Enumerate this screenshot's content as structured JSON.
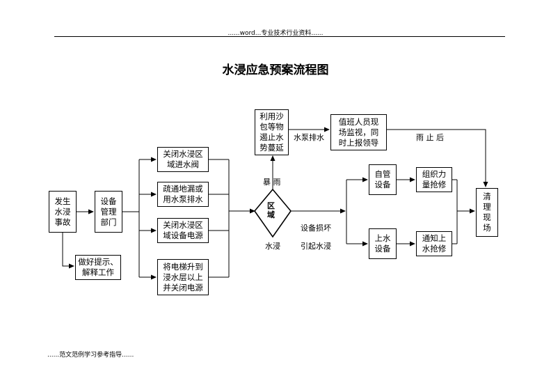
{
  "header": {
    "text": "......word...专业技术行业资料......"
  },
  "title": "水浸应急预案流程图",
  "footer": {
    "text": "......范文范例学习参考指导......"
  },
  "nodes": {
    "incident": "发生\n水浸\n事故",
    "dept": "设备\n管理\n部门",
    "notice": "做好提示、\n解释工作",
    "close_valve": "关闭水浸区\n域进水阀",
    "drain": "疏通地漏或\n用水泵排水",
    "close_power": "关闭水浸区\n域设备电源",
    "elevator": "将电梯升到\n浸水层以上\n并关闭电源",
    "area": "区\n域",
    "sandbag": "利用沙\n包等物\n遏止水\n势蔓延",
    "duty": "值班人员现\n场监视，同\n时上报领导",
    "self_equip": "自管\n设备",
    "org_repair": "组织力\n量抢修",
    "utility_equip": "上水\n设备",
    "notify_repair": "通知上\n水抢修",
    "clean": "清\n理\n现\n场"
  },
  "labels": {
    "rainstorm": "暴  雨",
    "flood": "水浸",
    "pump": "水泵排水",
    "rain_stop": "雨  止  后",
    "damage": "设备损坏",
    "damage_flood": "引起水浸"
  }
}
